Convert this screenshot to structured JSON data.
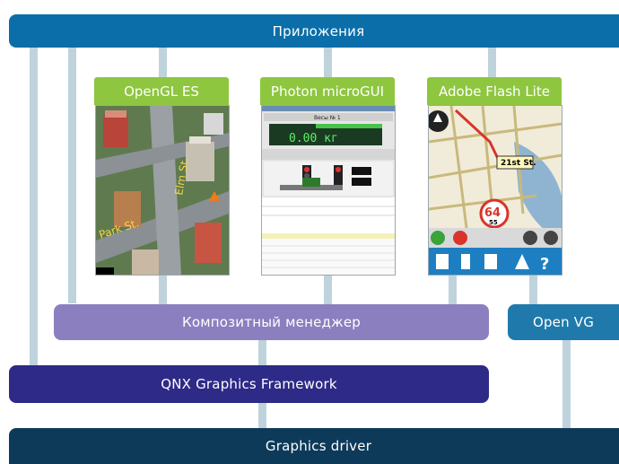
{
  "layers": {
    "applications": "Приложения",
    "compositor": "Композитный менеджер",
    "openvg": "Open VG",
    "framework": "QNX Graphics Framework",
    "driver": "Graphics driver"
  },
  "apps": [
    {
      "label": "OpenGL ES"
    },
    {
      "label": "Photon microGUI"
    },
    {
      "label": "Adobe Flash Lite"
    }
  ],
  "map3d": {
    "street_1": "Elm St.",
    "street_2": "Park St."
  },
  "photon": {
    "title": "Весы № 1",
    "weight": "0.00 кг"
  },
  "flash": {
    "street": "21st St.",
    "speed": "64",
    "speed_sub": "55"
  },
  "colors": {
    "top_bar": "#0b6ea8",
    "compositor": "#8c7fc0",
    "openvg": "#1f7aab",
    "framework": "#2e2a87",
    "driver": "#0d3a59",
    "connector": "#bfd3dd",
    "app_tab": "#8ec640"
  }
}
